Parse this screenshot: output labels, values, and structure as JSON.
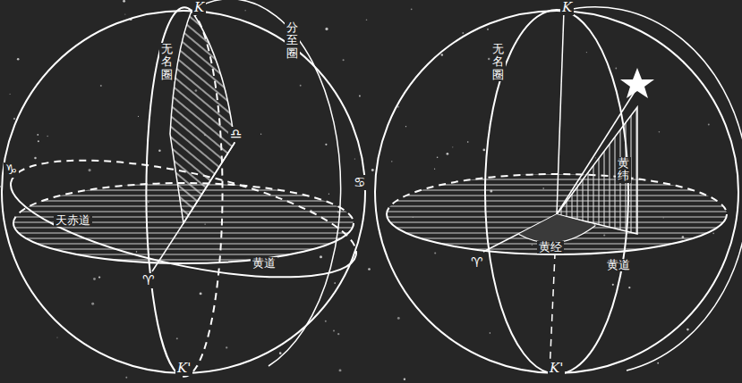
{
  "diagram": {
    "labels": [
      "K",
      "无名圈",
      "分至圈",
      "♑",
      "天赤道",
      "♎",
      "♋",
      "♈",
      "黄道",
      "K'",
      "K",
      "无名圈",
      "黄纬",
      "黄经",
      "♈",
      "黄道",
      "K'"
    ]
  }
}
